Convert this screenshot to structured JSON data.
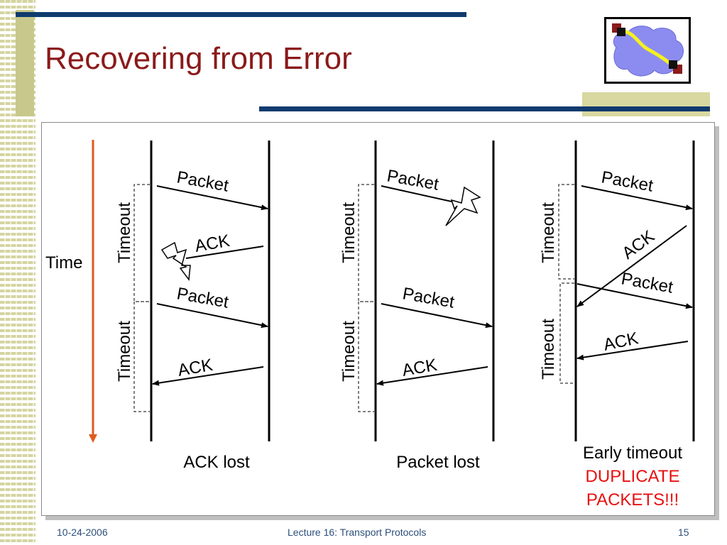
{
  "slide": {
    "title": "Recovering from Error",
    "footer": {
      "date": "10-24-2006",
      "title": "Lecture 16: Transport Protocols",
      "page": "15"
    }
  },
  "diagram": {
    "time_label": "Time",
    "timeout_label": "Timeout",
    "packet_label": "Packet",
    "ack_label": "ACK",
    "scenarios": [
      {
        "caption": "ACK lost"
      },
      {
        "caption": "Packet lost"
      },
      {
        "caption": "Early timeout",
        "warning_line1": "DUPLICATE",
        "warning_line2": "PACKETS!!!"
      }
    ],
    "colors": {
      "time_arrow": "#e05a1e",
      "warning": "#e81010",
      "title": "#8b1a1a",
      "footer": "#2b4e7a"
    }
  }
}
